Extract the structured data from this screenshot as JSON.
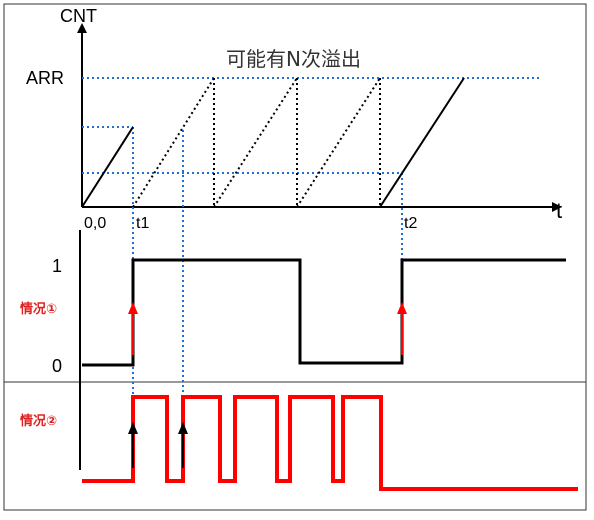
{
  "labels": {
    "y_axis": "CNT",
    "x_axis": "t",
    "arr": "ARR",
    "origin": "0,0",
    "t1": "t1",
    "t2": "t2",
    "overflow_note": "可能有N次溢出",
    "level_high": "1",
    "level_low": "0",
    "case1": "情况①",
    "case2": "情况②"
  },
  "colors": {
    "axis": "#000000",
    "guide_blue": "#1e6fd9",
    "signal_black": "#000000",
    "signal_red": "#ff0000",
    "arrow_red": "#ff0000",
    "arrow_black": "#000000"
  }
}
